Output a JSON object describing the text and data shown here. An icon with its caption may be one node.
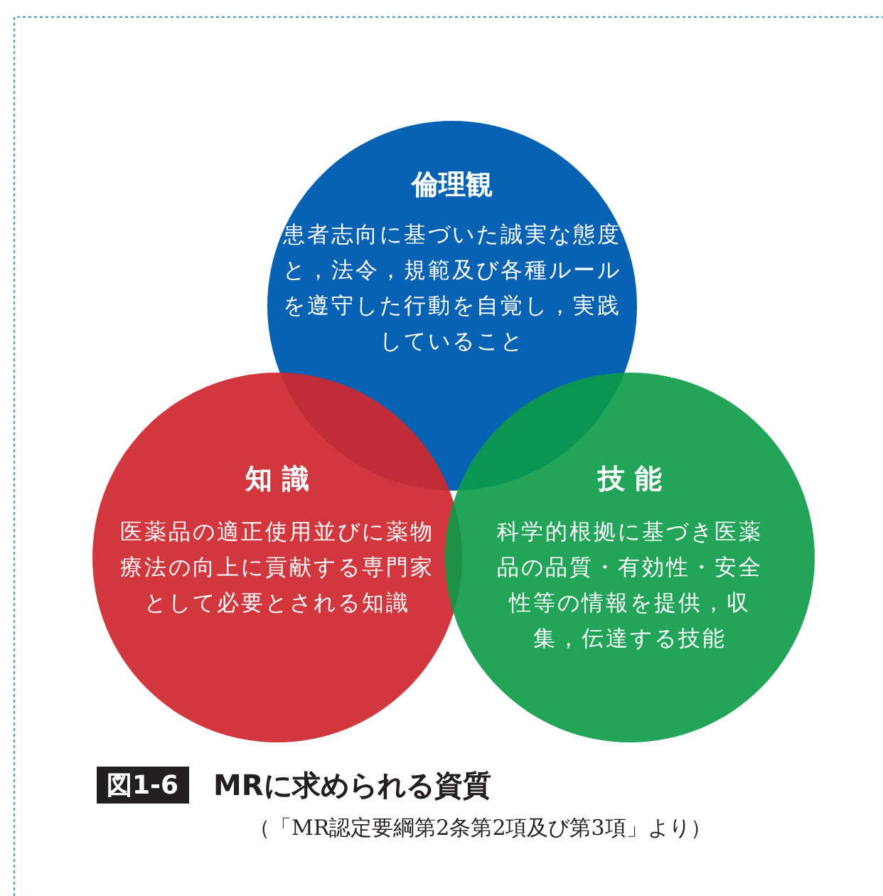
{
  "diagram": {
    "title": "MRに求められる資質",
    "caption": "（「MR認定要綱第2条第2項及び第3項」より）",
    "nodes": [
      {
        "text": [
          "倫理観",
          "患者志向に基づいた誠実な態度と，法令，規範及び各種ルールを遵守した行動を自覚し，実践していること"
        ]
      },
      {
        "text": [
          "知 識",
          "医薬品の適正使用並びに薬物療法の向上に貢献する専門家として必要とされる知識"
        ]
      },
      {
        "text": [
          "技 能",
          "科学的根拠に基づき医薬品の品質・有効性・安全性等の情報を提供，収集，伝達する技能"
        ]
      }
    ],
    "edges": [],
    "labels": [
      "図1-6"
    ]
  }
}
